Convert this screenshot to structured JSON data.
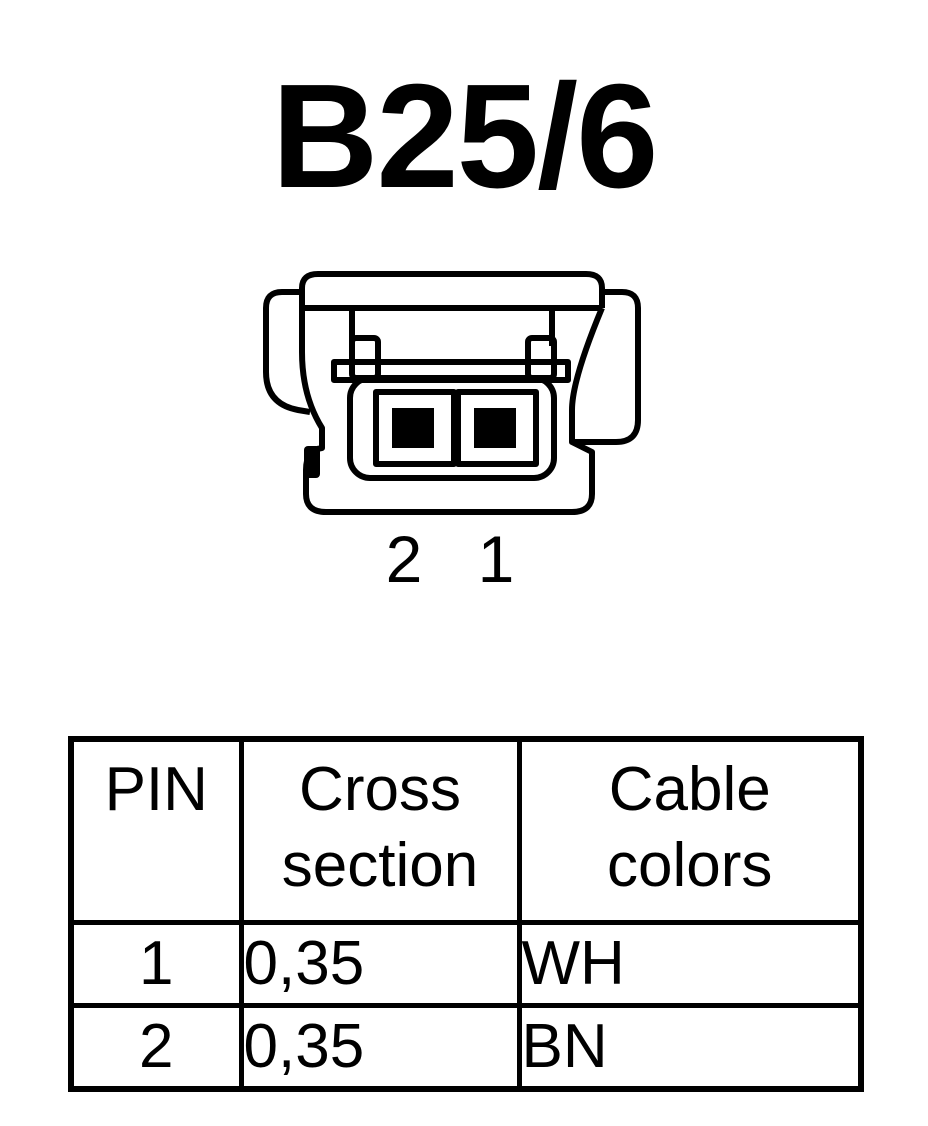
{
  "title": "B25/6",
  "connector": {
    "pin_labels": [
      "2",
      "1"
    ]
  },
  "table": {
    "headers": {
      "pin": [
        "PIN"
      ],
      "cross_section": [
        "Cross",
        "section"
      ],
      "cable_colors": [
        "Cable",
        "colors"
      ]
    },
    "rows": [
      {
        "pin": "1",
        "cross_section": "0,35",
        "cable_color": "WH"
      },
      {
        "pin": "2",
        "cross_section": "0,35",
        "cable_color": "BN"
      }
    ]
  }
}
